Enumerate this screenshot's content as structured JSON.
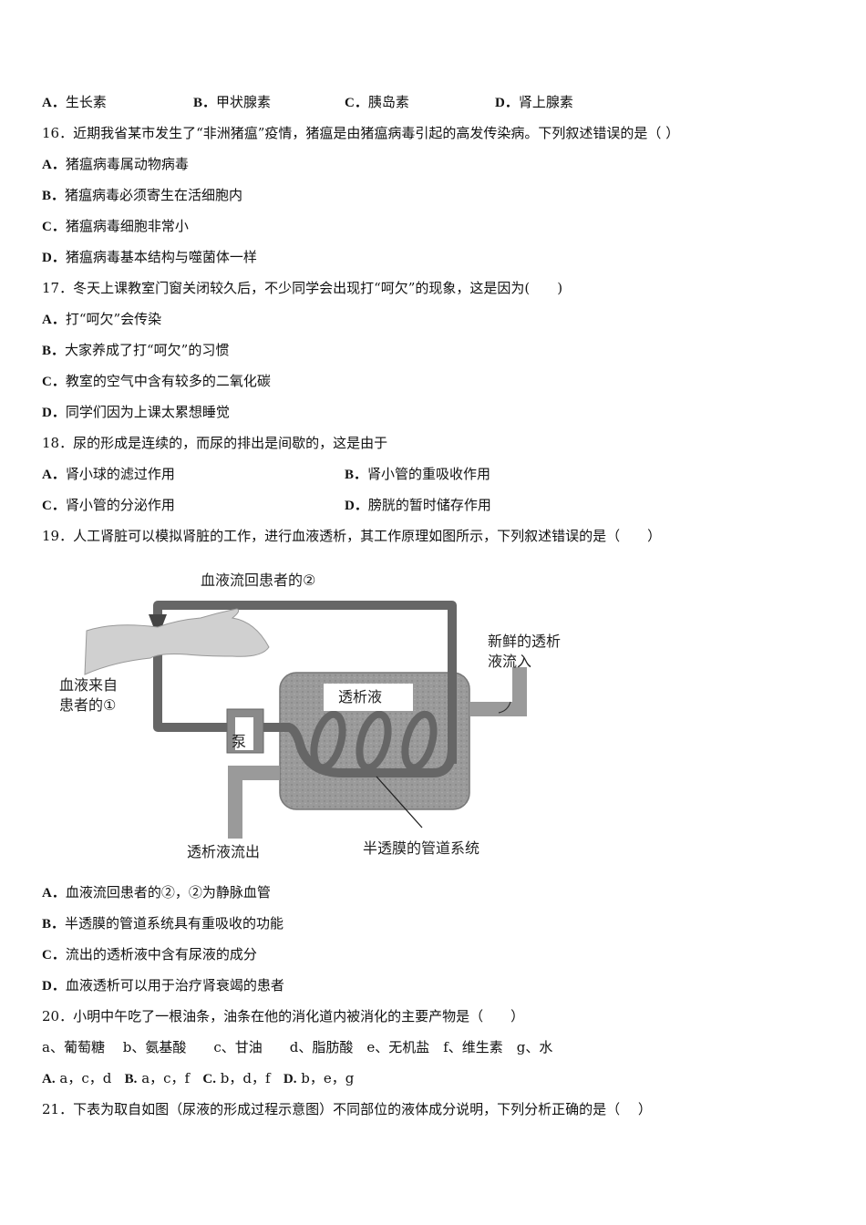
{
  "q15_options": [
    {
      "label": "A．",
      "text": "生长素"
    },
    {
      "label": "B．",
      "text": "甲状腺素"
    },
    {
      "label": "C．",
      "text": "胰岛素"
    },
    {
      "label": "D．",
      "text": "肾上腺素"
    }
  ],
  "q16": {
    "stem": "16．近期我省某市发生了“非洲猪瘟”疫情，猪瘟是由猪瘟病毒引起的高发传染病。下列叙述错误的是（  ）",
    "options": [
      {
        "label": "A．",
        "text": "猪瘟病毒属动物病毒"
      },
      {
        "label": "B．",
        "text": "猪瘟病毒必须寄生在活细胞内"
      },
      {
        "label": "C．",
        "text": "猪瘟病毒细胞非常小"
      },
      {
        "label": "D．",
        "text": "猪瘟病毒基本结构与噬菌体一样"
      }
    ]
  },
  "q17": {
    "stem": "17．冬天上课教室门窗关闭较久后，不少同学会出现打“呵欠”的现象，这是因为(　　)",
    "options": [
      {
        "label": "A．",
        "text": "打“呵欠”会传染"
      },
      {
        "label": "B．",
        "text": "大家养成了打“呵欠”的习惯"
      },
      {
        "label": "C．",
        "text": "教室的空气中含有较多的二氧化碳"
      },
      {
        "label": "D．",
        "text": "同学们因为上课太累想睡觉"
      }
    ]
  },
  "q18": {
    "stem": "18．尿的形成是连续的，而尿的排出是间歇的，这是由于",
    "options": [
      {
        "label": "A．",
        "text": "肾小球的滤过作用"
      },
      {
        "label": "B．",
        "text": "肾小管的重吸收作用"
      },
      {
        "label": "C．",
        "text": "肾小管的分泌作用"
      },
      {
        "label": "D．",
        "text": "膀胱的暂时储存作用"
      }
    ]
  },
  "q19": {
    "stem": "19．人工肾脏可以模拟肾脏的工作，进行血液透析，其工作原理如图所示，下列叙述错误的是（　　）",
    "diagram": {
      "return_label": "血液流回患者的②",
      "from_label_1": "血液来自",
      "from_label_2": "患者的①",
      "pump_label": "泵",
      "dialysate_label": "透析液",
      "fresh_in_1": "新鲜的透析",
      "fresh_in_2": "液流入",
      "out_label": "透析液流出",
      "membrane_label": "半透膜的管道系统"
    },
    "options": [
      {
        "label": "A．",
        "text": "血液流回患者的②，②为静脉血管"
      },
      {
        "label": "B．",
        "text": "半透膜的管道系统具有重吸收的功能"
      },
      {
        "label": "C．",
        "text": "流出的透析液中含有尿液的成分"
      },
      {
        "label": "D．",
        "text": "血液透析可以用于治疗肾衰竭的患者"
      }
    ]
  },
  "q20": {
    "stem": "20．小明中午吃了一根油条，油条在他的消化道内被消化的主要产物是（　　）",
    "items": "a、葡萄糖　 b、氨基酸　　c、甘油　　d、脂肪酸　e、无机盐　f、维生素　g、水",
    "options": [
      {
        "label": "A.",
        "text": "a，c，d"
      },
      {
        "label": "B.",
        "text": "a，c，f"
      },
      {
        "label": "C.",
        "text": "b，d，f"
      },
      {
        "label": "D.",
        "text": "b，e，g"
      }
    ]
  },
  "q21": {
    "stem": "21．下表为取自如图（尿液的形成过程示意图）不同部位的液体成分说明，下列分析正确的是（　 ）"
  }
}
